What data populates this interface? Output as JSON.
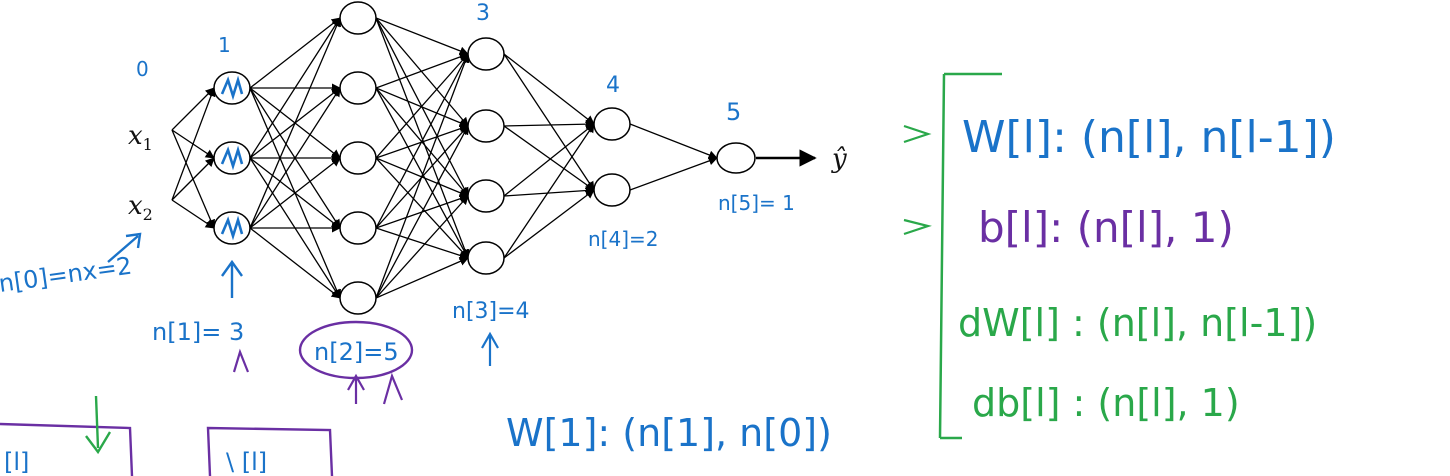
{
  "network": {
    "inputs": [
      "x",
      "x"
    ],
    "input_subscripts": [
      "1",
      "2"
    ],
    "output_label": "ŷ",
    "layer_indices": [
      "0",
      "1",
      "3",
      "4",
      "5"
    ],
    "layer_sizes": [
      2,
      3,
      5,
      4,
      2,
      1
    ]
  },
  "annotations": {
    "n0": "n[0]=nx=2",
    "n1": "n[1]= 3",
    "n2": "n[2]=5",
    "n3": "n[3]=4",
    "n4": "n[4]=2",
    "n5": "n[5]= 1",
    "w1": "W[1]: (n[1], n[0])"
  },
  "dimension_rules": {
    "w": "W[l]: (n[l], n[l-1])",
    "b": "b[l]:  (n[l], 1)",
    "dw": "dW[l] : (n[l], n[l-1])",
    "db": "db[l] : (n[l], 1)"
  },
  "bottom_boxes": [
    "[l]",
    "\\ [l]"
  ],
  "colors": {
    "blue": "#1a73c9",
    "purple": "#6a2fa3",
    "green": "#2aa84a",
    "ink": "#000000"
  }
}
